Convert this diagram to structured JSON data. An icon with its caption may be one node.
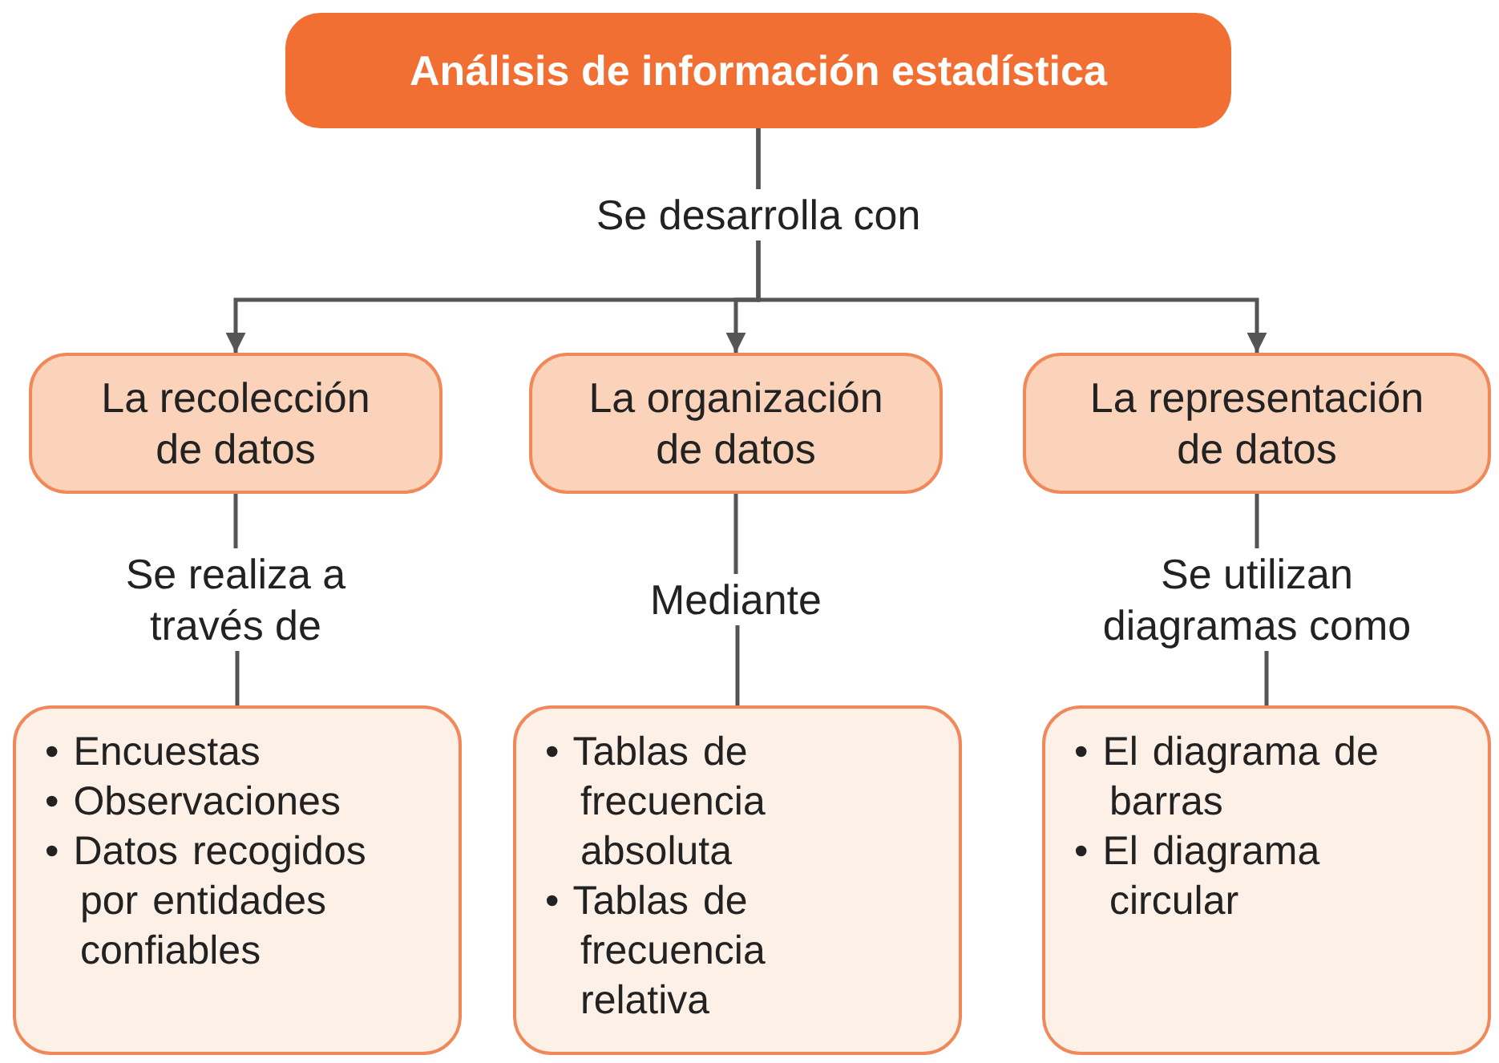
{
  "diagram": {
    "nodes": [
      {
        "text": [
          "Análisis de información estadística"
        ]
      },
      {
        "text": [
          "La recolección de datos"
        ]
      },
      {
        "text": [
          "La organización de datos"
        ]
      },
      {
        "text": [
          "La representación de datos"
        ]
      },
      {
        "text": [
          "• Encuestas",
          "• Observaciones",
          "• Datos recogidos por entidades confiables"
        ]
      },
      {
        "text": [
          "• Tablas de frecuencia absoluta",
          "• Tablas de frecuencia relativa"
        ]
      },
      {
        "text": [
          "• El diagrama de barras",
          "• El diagrama circular"
        ]
      }
    ],
    "edges": [
      {
        "from": 0,
        "to": 1,
        "arrow": "to"
      },
      {
        "from": 0,
        "to": 2,
        "arrow": "to",
        "label": "Se desarrolla con"
      },
      {
        "from": 0,
        "to": 3,
        "arrow": "to"
      },
      {
        "from": 1,
        "to": 4,
        "arrow": "none",
        "label": "Se realiza a través de"
      },
      {
        "from": 2,
        "to": 5,
        "arrow": "none",
        "label": "Mediante"
      },
      {
        "from": 3,
        "to": 6,
        "arrow": "none",
        "label": "Se utilizan diagramas como"
      }
    ]
  }
}
